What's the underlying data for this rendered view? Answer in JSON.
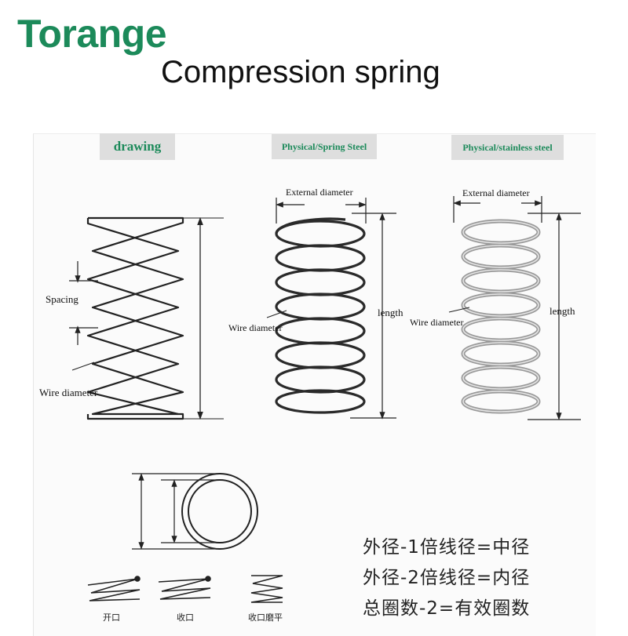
{
  "header": {
    "brand": "Torange",
    "title": "Compression spring"
  },
  "tabs": [
    {
      "label": "drawing"
    },
    {
      "label": "Physical/Spring Steel"
    },
    {
      "label": "Physical/stainless steel"
    }
  ],
  "drawing_labels": {
    "spacing": "Spacing",
    "wire_diameter": "Wire diameter"
  },
  "steel_labels": {
    "external_diameter": "External diameter",
    "wire_diameter": "Wire diameter",
    "length": "length"
  },
  "stainless_labels": {
    "external_diameter": "External diameter",
    "wire_diameter": "Wire diameter",
    "length": "length"
  },
  "formulas": [
    "外径-1倍线径=中径",
    "外径-2倍线径=内径",
    "总圈数-2=有效圈数"
  ],
  "end_types": [
    "开口",
    "收口",
    "收口磨平"
  ],
  "colors": {
    "brand": "#1c8a5a",
    "tab_bg": "#dedede",
    "steel": "#2a2a2a",
    "stainless": "#9a9a9a"
  }
}
